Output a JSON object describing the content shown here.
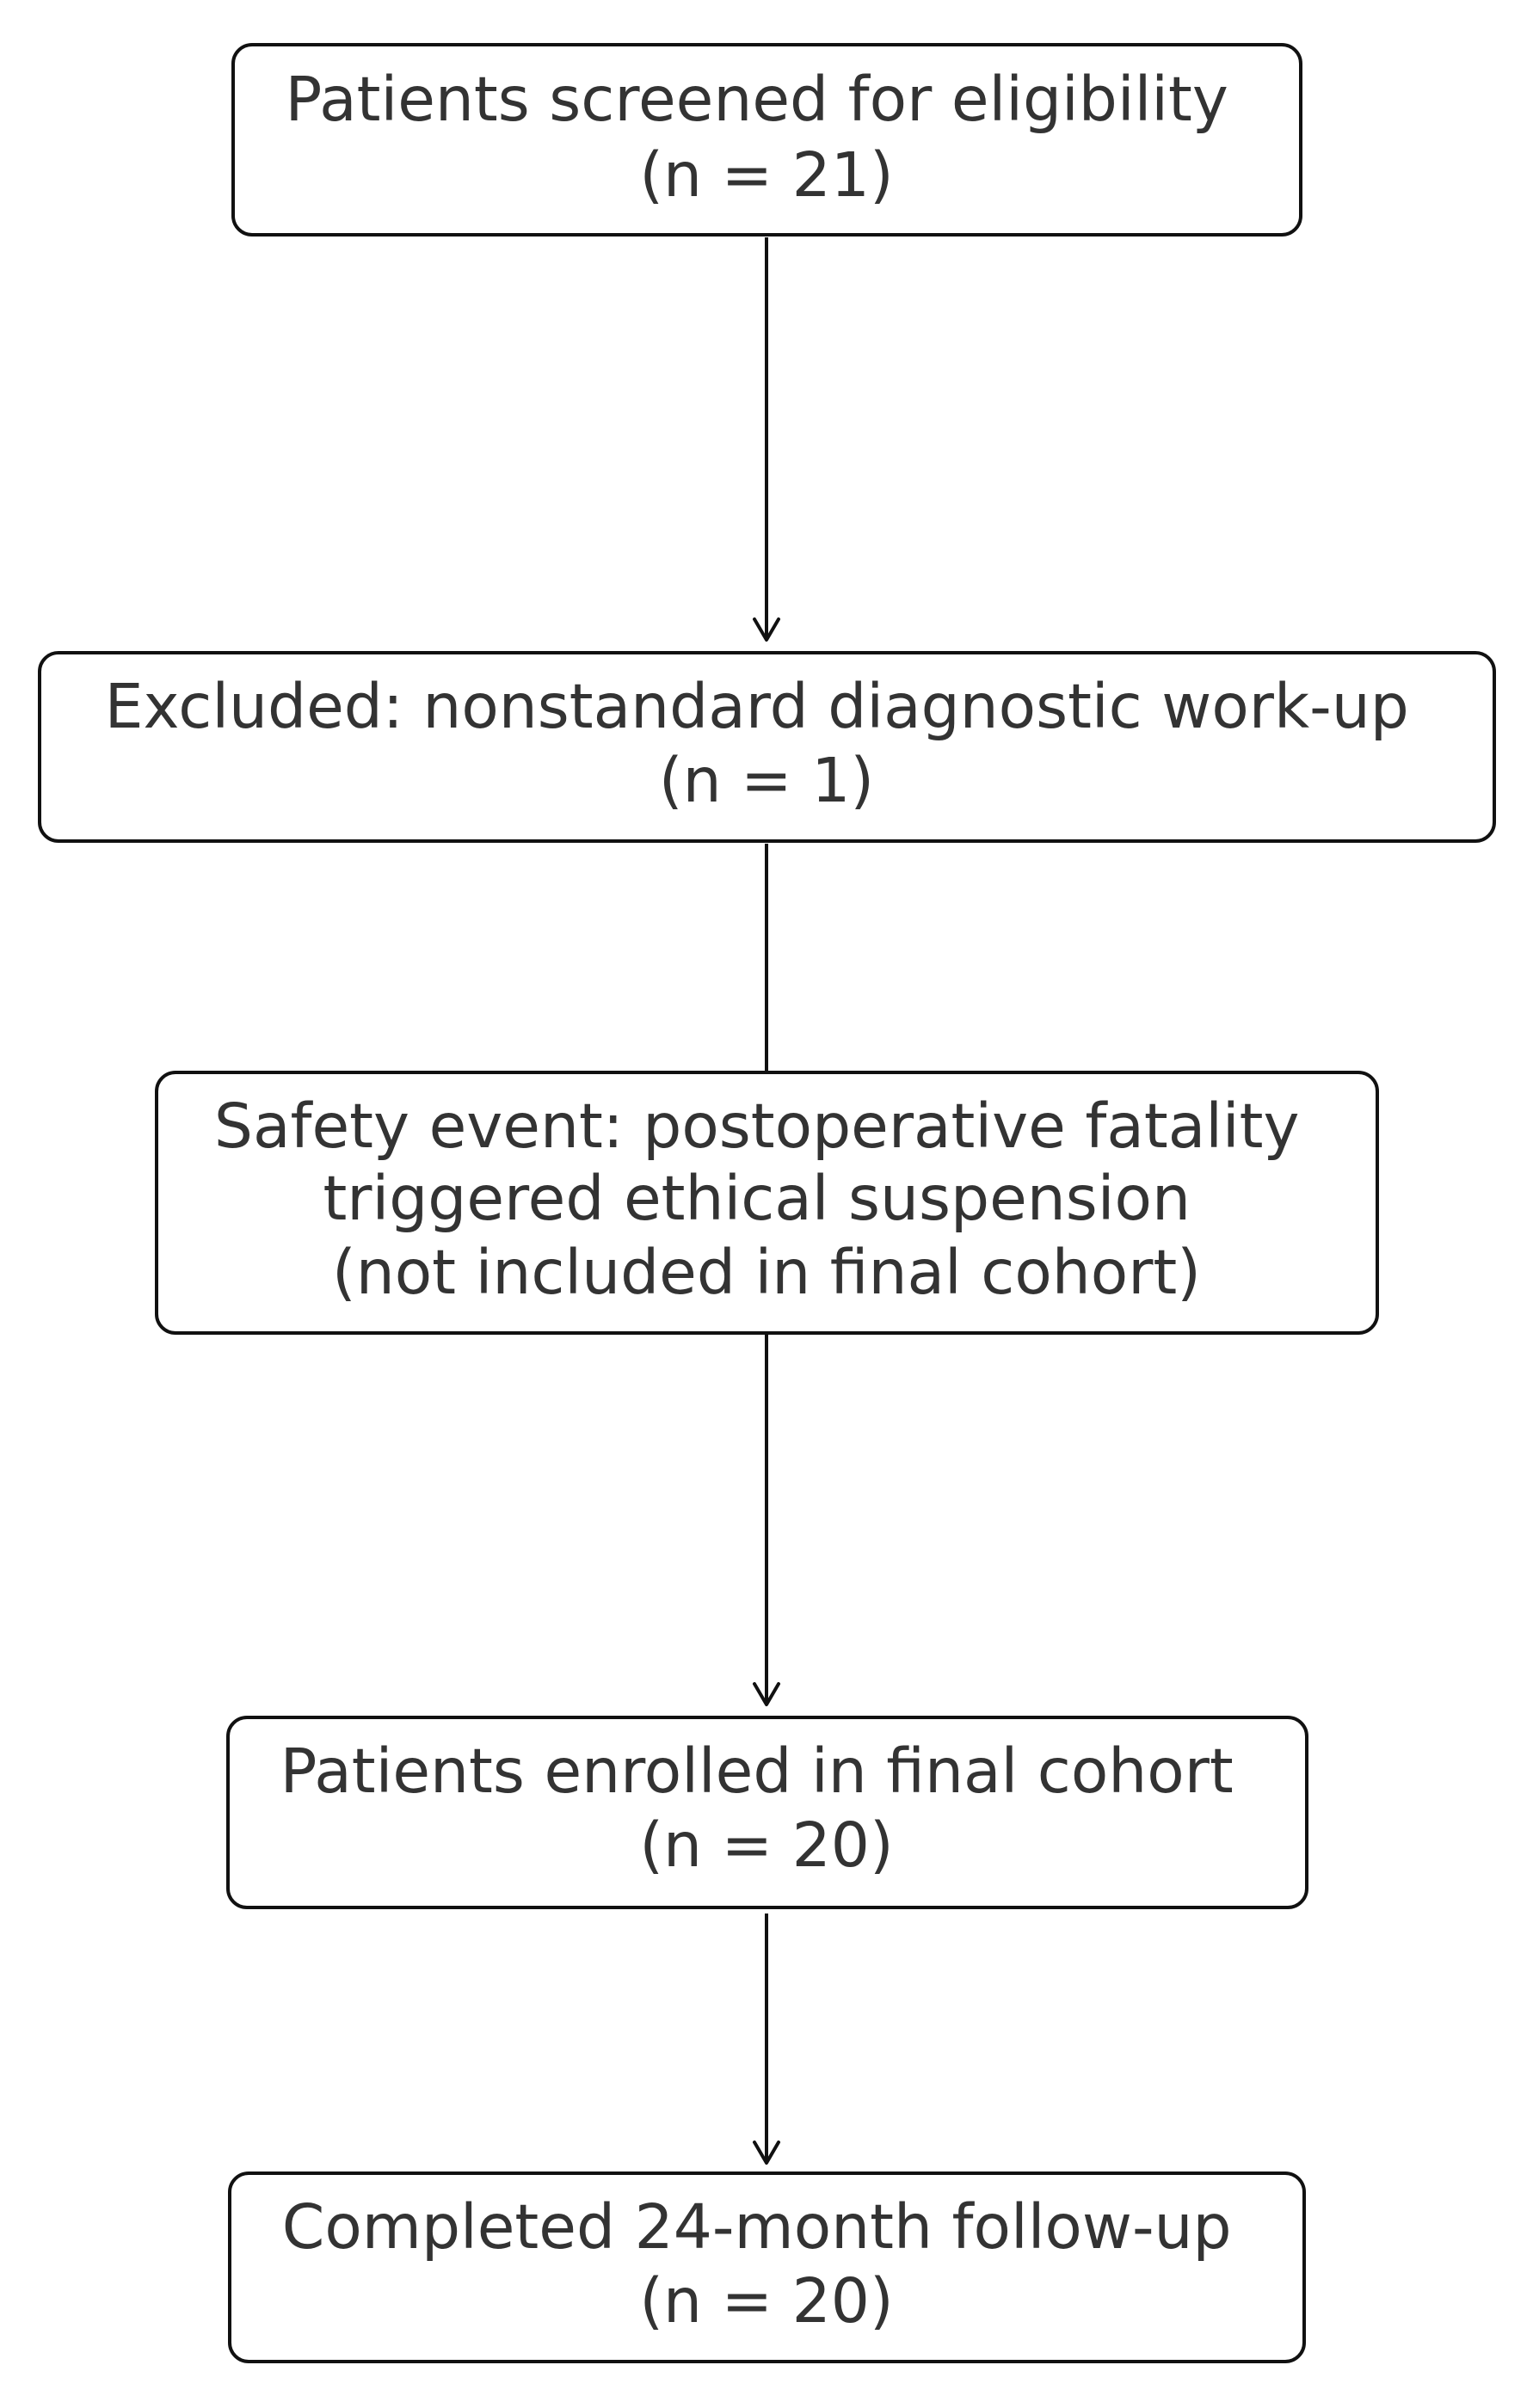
{
  "diagram": {
    "nodes": [
      {
        "id": "screened",
        "lines": [
          "Patients screened for eligibility",
          "(n = 21)"
        ]
      },
      {
        "id": "excluded",
        "lines": [
          "Excluded: nonstandard diagnostic work-up",
          "(n = 1)"
        ]
      },
      {
        "id": "safety-event",
        "lines": [
          "Safety event: postoperative fatality",
          "triggered ethical suspension",
          "(not included in final cohort)"
        ]
      },
      {
        "id": "enrolled",
        "lines": [
          "Patients enrolled in final cohort",
          "(n = 20)"
        ]
      },
      {
        "id": "completed",
        "lines": [
          "Completed 24-month follow-up",
          "(n = 20)"
        ]
      }
    ],
    "edges": [
      {
        "from": "screened",
        "to": "excluded"
      },
      {
        "from": "excluded",
        "to": "safety-event"
      },
      {
        "from": "safety-event",
        "to": "enrolled"
      },
      {
        "from": "enrolled",
        "to": "completed"
      }
    ],
    "colors": {
      "border": "#111111",
      "text": "#333333",
      "background": "#ffffff"
    }
  }
}
